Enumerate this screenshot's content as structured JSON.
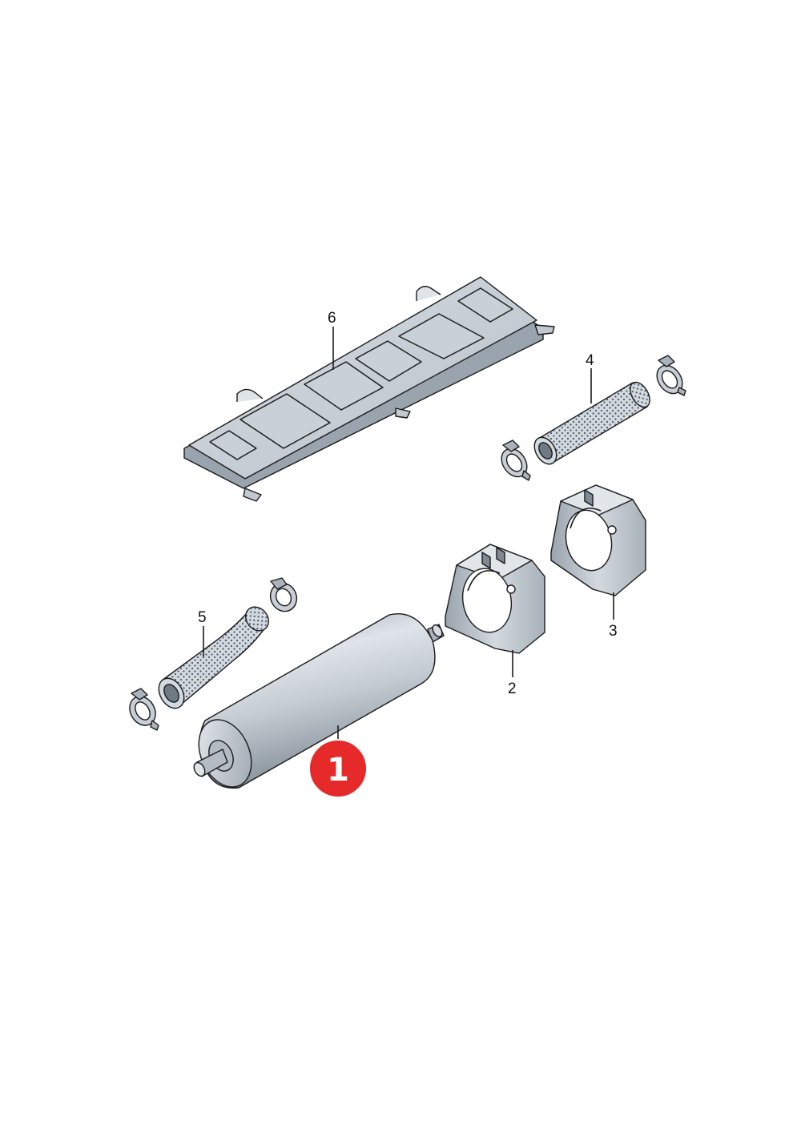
{
  "diagram": {
    "callouts": [
      {
        "id": "6",
        "label": "6"
      },
      {
        "id": "4",
        "label": "4"
      },
      {
        "id": "5",
        "label": "5"
      },
      {
        "id": "2",
        "label": "2"
      },
      {
        "id": "3",
        "label": "3"
      }
    ],
    "highlight": {
      "label": "1",
      "color": "#e62a2a"
    },
    "colors": {
      "metal": "#c7ced6",
      "metal_dark": "#8c97a2",
      "hose": "#cfd7df",
      "dot": "#4a5560"
    }
  }
}
